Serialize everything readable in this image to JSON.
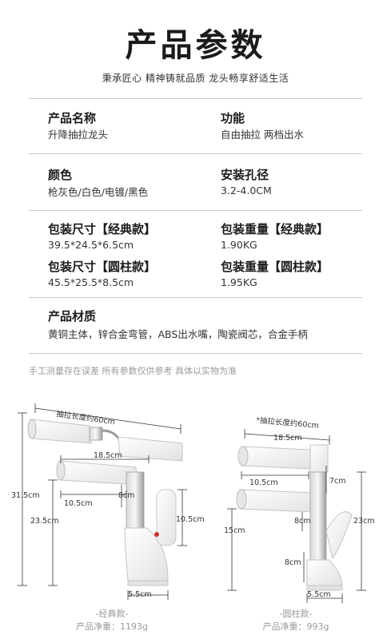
{
  "header": {
    "title": "产品参数",
    "subtitle": "秉承匠心 精神铸就品质 龙头畅享舒适生活"
  },
  "specs": {
    "name_label": "产品名称",
    "name_value": "升降抽拉龙头",
    "function_label": "功能",
    "function_value": "自由抽拉 两档出水",
    "color_label": "颜色",
    "color_value": "枪灰色/白色/电镀/黑色",
    "hole_label": "安装孔径",
    "hole_value": "3.2-4.0CM",
    "pack_size_classic_label": "包装尺寸【经典款】",
    "pack_size_classic_value": "39.5*24.5*6.5cm",
    "pack_weight_classic_label": "包装重量【经典款】",
    "pack_weight_classic_value": "1.90KG",
    "pack_size_round_label": "包装尺寸【圆柱款】",
    "pack_size_round_value": "45.5*25.5*8.5cm",
    "pack_weight_round_label": "包装重量【圆柱款】",
    "pack_weight_round_value": "1.95KG",
    "material_label": "产品材质",
    "material_value": "黄铜主体，锌合金弯管，ABS出水嘴，陶瓷阀芯，合金手柄"
  },
  "note": "手工测量存在误差 所有参数仅供参考 具体以实物为准",
  "classic": {
    "pull_length": "抽拉长度约60cm",
    "reach": "18.5cm",
    "total_height": "31.5cm",
    "spout_height": "23.5cm",
    "spout_top_width": "10.5cm",
    "neck": "8cm",
    "handle_height": "10.5cm",
    "base": "5.5cm",
    "caption_name": "-经典款-",
    "caption_weight": "产品净重：1193g"
  },
  "round": {
    "pull_length": "*抽拉长度约60cm",
    "reach": "18.5cm",
    "spout_top_width": "10.5cm",
    "lift": "7cm",
    "left_height": "15cm",
    "neck": "8cm",
    "total_height": "23cm",
    "lower": "8cm",
    "base": "5.5cm",
    "caption_name": "-圆柱款-",
    "caption_weight": "产品净重：993g"
  },
  "colors": {
    "faucet_white": "#f4f4f4",
    "faucet_outline": "#c4c4c4",
    "chrome": "#a8a8a8",
    "hot_indicator": "#d0302a"
  }
}
